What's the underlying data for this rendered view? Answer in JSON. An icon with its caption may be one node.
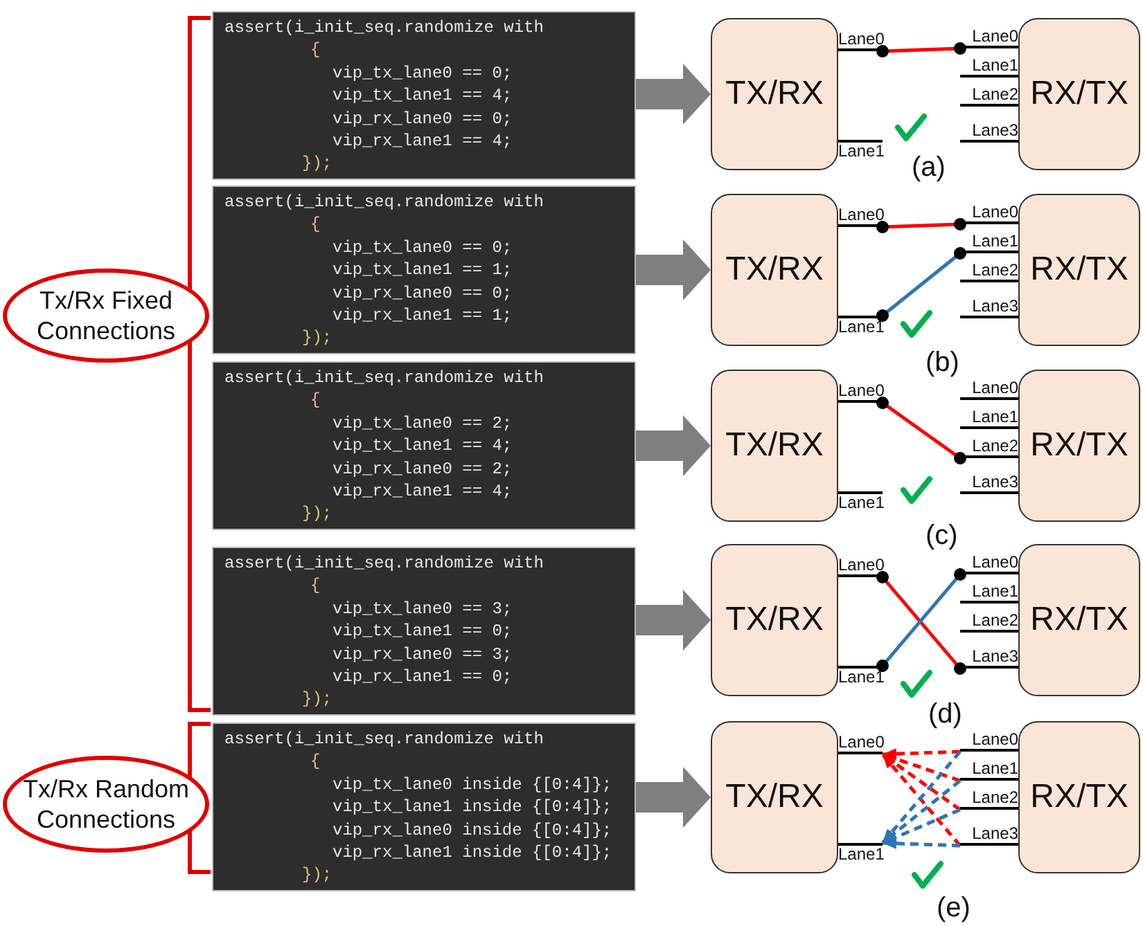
{
  "diagram": {
    "nodes": [
      {
        "text": [
          "Tx/Rx Fixed Connections"
        ]
      },
      {
        "text": [
          "assert(i_init_seq.randomize with",
          "{",
          "vip_tx_lane0 == 0;",
          "vip_tx_lane1 == 4;",
          "vip_rx_lane0 == 0;",
          "vip_rx_lane1 == 4;",
          "});"
        ]
      },
      {
        "text": [
          "TX/RX"
        ]
      },
      {
        "text": [
          "Lane0"
        ]
      },
      {
        "text": [
          "Lane1"
        ]
      },
      {
        "text": [
          "RX/TX"
        ]
      },
      {
        "text": [
          "Lane0"
        ]
      },
      {
        "text": [
          "Lane1"
        ]
      },
      {
        "text": [
          "Lane2"
        ]
      },
      {
        "text": [
          "Lane3"
        ]
      },
      {
        "text": [
          "assert(i_init_seq.randomize with",
          "{",
          "vip_tx_lane0 == 0;",
          "vip_tx_lane1 == 1;",
          "vip_rx_lane0 == 0;",
          "vip_rx_lane1 == 1;",
          "});"
        ]
      },
      {
        "text": [
          "TX/RX"
        ]
      },
      {
        "text": [
          "Lane0"
        ]
      },
      {
        "text": [
          "Lane1"
        ]
      },
      {
        "text": [
          "RX/TX"
        ]
      },
      {
        "text": [
          "Lane0"
        ]
      },
      {
        "text": [
          "Lane1"
        ]
      },
      {
        "text": [
          "Lane2"
        ]
      },
      {
        "text": [
          "Lane3"
        ]
      },
      {
        "text": [
          "assert(i_init_seq.randomize with",
          "{",
          "vip_tx_lane0 == 2;",
          "vip_tx_lane1 == 4;",
          "vip_rx_lane0 == 2;",
          "vip_rx_lane1 == 4;",
          "});"
        ]
      },
      {
        "text": [
          "TX/RX"
        ]
      },
      {
        "text": [
          "Lane0"
        ]
      },
      {
        "text": [
          "Lane1"
        ]
      },
      {
        "text": [
          "RX/TX"
        ]
      },
      {
        "text": [
          "Lane0"
        ]
      },
      {
        "text": [
          "Lane1"
        ]
      },
      {
        "text": [
          "Lane2"
        ]
      },
      {
        "text": [
          "Lane3"
        ]
      },
      {
        "text": [
          "assert(i_init_seq.randomize with",
          "{",
          "vip_tx_lane0 == 3;",
          "vip_tx_lane1 == 0;",
          "vip_rx_lane0 == 3;",
          "vip_rx_lane1 == 0;",
          "});"
        ]
      },
      {
        "text": [
          "TX/RX"
        ]
      },
      {
        "text": [
          "Lane0"
        ]
      },
      {
        "text": [
          "Lane1"
        ]
      },
      {
        "text": [
          "RX/TX"
        ]
      },
      {
        "text": [
          "Lane0"
        ]
      },
      {
        "text": [
          "Lane1"
        ]
      },
      {
        "text": [
          "Lane2"
        ]
      },
      {
        "text": [
          "Lane3"
        ]
      },
      {
        "text": [
          "Tx/Rx Random Connections"
        ]
      },
      {
        "text": [
          "assert(i_init_seq.randomize with",
          "{",
          "vip_tx_lane0 inside {[0:4]};",
          "vip_tx_lane1 inside {[0:4]};",
          "vip_rx_lane0 inside {[0:4]};",
          "vip_rx_lane1 inside {[0:4]};",
          "});"
        ]
      },
      {
        "text": [
          "TX/RX"
        ]
      },
      {
        "text": [
          "Lane0"
        ]
      },
      {
        "text": [
          "Lane1"
        ]
      },
      {
        "text": [
          "RX/TX"
        ]
      },
      {
        "text": [
          "Lane0"
        ]
      },
      {
        "text": [
          "Lane1"
        ]
      },
      {
        "text": [
          "Lane2"
        ]
      },
      {
        "text": [
          "Lane3"
        ]
      }
    ],
    "edges": [
      {
        "from": 1,
        "to": 2,
        "arrow": "to",
        "style": "thick",
        "color": "#7f7f7f"
      },
      {
        "from": 3,
        "to": 6,
        "arrow": "other",
        "color": "#ff0000"
      },
      {
        "from": 10,
        "to": 11,
        "arrow": "to",
        "style": "thick",
        "color": "#7f7f7f"
      },
      {
        "from": 12,
        "to": 15,
        "arrow": "other",
        "color": "#ff0000"
      },
      {
        "from": 13,
        "to": 16,
        "arrow": "other",
        "color": "#2e75b6"
      },
      {
        "from": 19,
        "to": 20,
        "arrow": "to",
        "style": "thick",
        "color": "#7f7f7f"
      },
      {
        "from": 21,
        "to": 26,
        "arrow": "other",
        "color": "#ff0000"
      },
      {
        "from": 28,
        "to": 29,
        "arrow": "to",
        "style": "thick",
        "color": "#7f7f7f"
      },
      {
        "from": 30,
        "to": 36,
        "arrow": "other",
        "color": "#ff0000"
      },
      {
        "from": 31,
        "to": 33,
        "arrow": "other",
        "color": "#2e75b6"
      },
      {
        "from": 38,
        "to": 39,
        "arrow": "to",
        "style": "thick",
        "color": "#7f7f7f"
      },
      {
        "from": 43,
        "to": 40,
        "arrow": "to",
        "style": "dashed",
        "color": "#ff0000"
      },
      {
        "from": 44,
        "to": 40,
        "arrow": "to",
        "style": "dashed",
        "color": "#ff0000"
      },
      {
        "from": 45,
        "to": 40,
        "arrow": "to",
        "style": "dashed",
        "color": "#ff0000"
      },
      {
        "from": 46,
        "to": 40,
        "arrow": "to",
        "style": "dashed",
        "color": "#ff0000"
      },
      {
        "from": 43,
        "to": 41,
        "arrow": "to",
        "style": "dashed",
        "color": "#2e75b6"
      },
      {
        "from": 44,
        "to": 41,
        "arrow": "to",
        "style": "dashed",
        "color": "#2e75b6"
      },
      {
        "from": 45,
        "to": 41,
        "arrow": "to",
        "style": "dashed",
        "color": "#2e75b6"
      },
      {
        "from": 46,
        "to": 41,
        "arrow": "to",
        "style": "dashed",
        "color": "#2e75b6"
      }
    ],
    "labels": [
      "(a)",
      "(b)",
      "(c)",
      "(d)",
      "(e)"
    ]
  }
}
